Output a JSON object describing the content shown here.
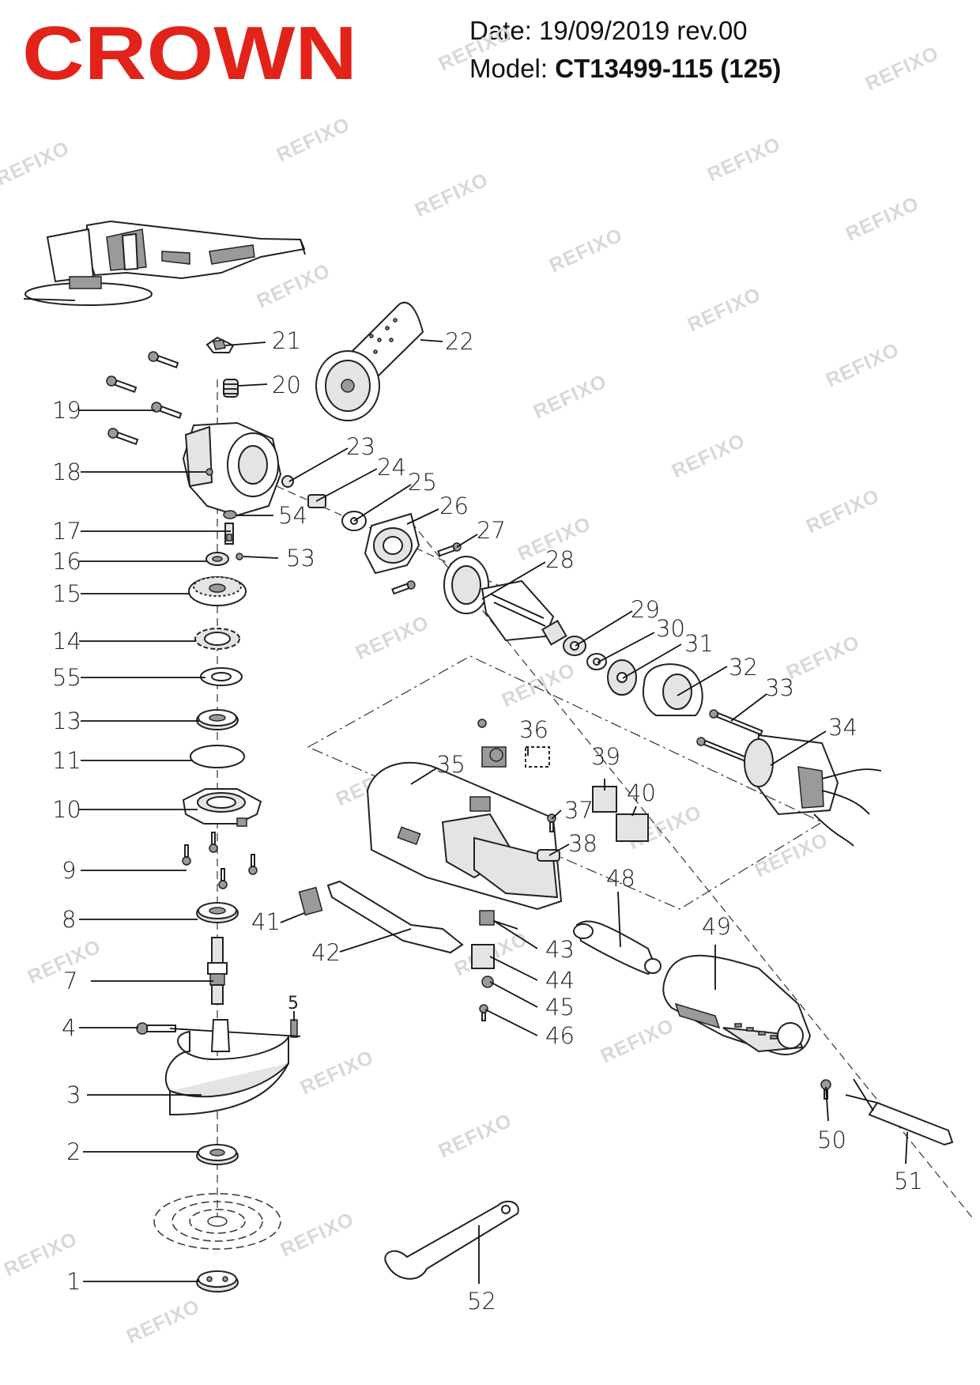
{
  "header": {
    "brand": "CROWN",
    "date_label": "Date:",
    "date_value": "19/09/2019 rev.00",
    "model_label": "Model:",
    "model_value": "CT13499-115 (125)"
  },
  "watermark": "REFIXO",
  "colors": {
    "brand": "#e2231a",
    "watermark": "#d8d8d8",
    "line": "#222222"
  },
  "callouts": {
    "p1": "1",
    "p2": "2",
    "p3": "3",
    "p4": "4",
    "p5": "5",
    "p7": "7",
    "p8": "8",
    "p9": "9",
    "p10": "10",
    "p11": "11",
    "p13": "13",
    "p14": "14",
    "p15": "15",
    "p16": "16",
    "p17": "17",
    "p18": "18",
    "p19": "19",
    "p20": "20",
    "p21": "21",
    "p22": "22",
    "p23": "23",
    "p24": "24",
    "p25": "25",
    "p26": "26",
    "p27": "27",
    "p28": "28",
    "p29": "29",
    "p30": "30",
    "p31": "31",
    "p32": "32",
    "p33": "33",
    "p34": "34",
    "p35": "35",
    "p36": "36",
    "p37": "37",
    "p38": "38",
    "p39": "39",
    "p40": "40",
    "p41": "41",
    "p42": "42",
    "p43": "43",
    "p44": "44",
    "p45": "45",
    "p46": "46",
    "p48": "48",
    "p49": "49",
    "p50": "50",
    "p51": "51",
    "p52": "52",
    "p53": "53",
    "p54": "54",
    "p55": "55"
  }
}
